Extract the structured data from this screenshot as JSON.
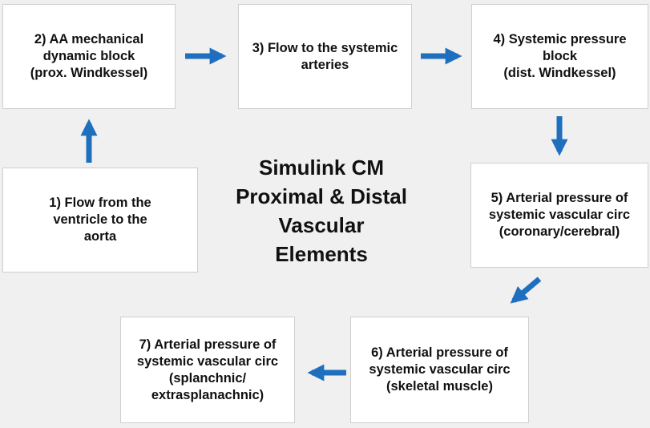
{
  "diagram": {
    "title_lines": [
      "Simulink CM",
      "Proximal & Distal",
      "Vascular",
      "Elements"
    ],
    "arrow_color": "#1f6fbf",
    "nodes": [
      {
        "id": "b1",
        "lines": [
          "1) Flow from the",
          "ventricle to the",
          "aorta"
        ]
      },
      {
        "id": "b2",
        "lines": [
          "2) AA mechanical",
          "dynamic block",
          "(prox. Windkessel)"
        ]
      },
      {
        "id": "b3",
        "lines": [
          "3) Flow to the systemic",
          "arteries"
        ]
      },
      {
        "id": "b4",
        "lines": [
          "4) Systemic pressure",
          "block",
          "(dist. Windkessel)"
        ]
      },
      {
        "id": "b5",
        "lines": [
          "5) Arterial pressure of",
          "systemic vascular circ",
          "(coronary/cerebral)"
        ]
      },
      {
        "id": "b6",
        "lines": [
          "6) Arterial pressure of",
          "systemic vascular circ",
          "(skeletal muscle)"
        ]
      },
      {
        "id": "b7",
        "lines": [
          "7) Arterial pressure of",
          "systemic vascular circ",
          "(splanchnic/",
          "extrasplanachnic)"
        ]
      }
    ],
    "edges": [
      {
        "from": "b1",
        "to": "b2"
      },
      {
        "from": "b2",
        "to": "b3"
      },
      {
        "from": "b3",
        "to": "b4"
      },
      {
        "from": "b4",
        "to": "b5"
      },
      {
        "from": "b5",
        "to": "b6"
      },
      {
        "from": "b6",
        "to": "b7"
      }
    ]
  }
}
